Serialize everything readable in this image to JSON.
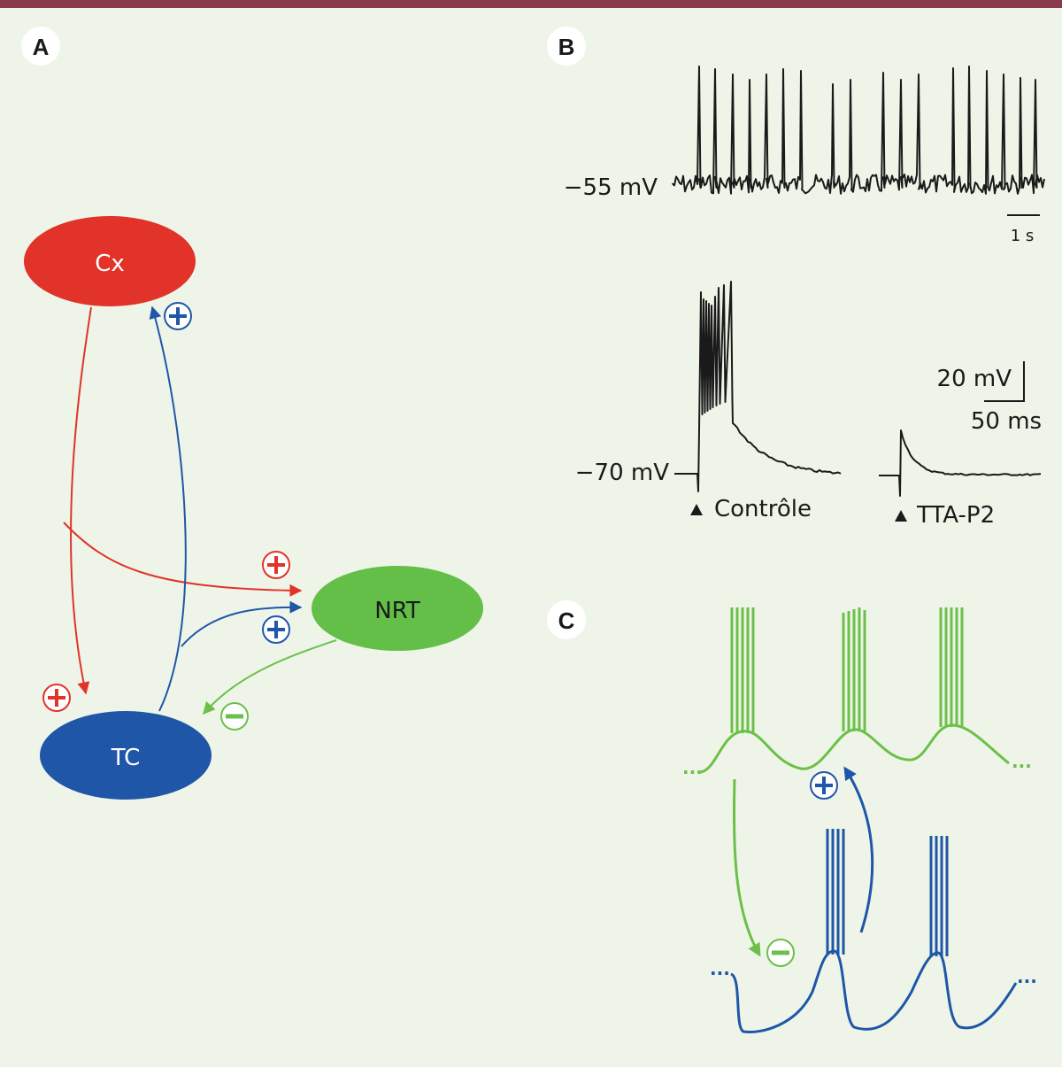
{
  "colors": {
    "background": "#eef5e8",
    "top_bar": "#8a3a4b",
    "cx": "#e1332a",
    "tc": "#1f56a7",
    "nrt": "#63bf47",
    "trace": "#1a1a1a"
  },
  "panel_a": {
    "letter": "A",
    "nodes": {
      "cx": "Cx",
      "nrt": "NRT",
      "tc": "TC"
    },
    "signs": {
      "plus": "+",
      "minus": "−"
    }
  },
  "panel_b": {
    "letter": "B",
    "top_trace_label": "−55 mV",
    "top_scale_label": "1 s",
    "bottom_trace_label": "−70 mV",
    "scale_voltage": "20 mV",
    "scale_time": "50 ms",
    "condition_control": "Contrôle",
    "condition_drug": "TTA-P2",
    "stim_marker_icon": "triangle-up-icon"
  },
  "panel_c": {
    "letter": "C",
    "ellipsis": "···",
    "signs": {
      "plus": "+",
      "minus": "−"
    }
  }
}
